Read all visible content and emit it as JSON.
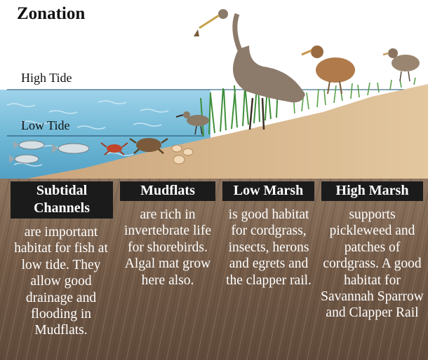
{
  "title": "Zonation",
  "tide_labels": {
    "high": "High Tide",
    "low": "Low Tide"
  },
  "zones": [
    {
      "title": "Subtidal Channels",
      "description": "are important habitat for fish at low tide. They allow good drainage and flooding in Mudflats."
    },
    {
      "title": "Mudflats",
      "description": "are rich in invertebrate life for shorebirds. Algal mat grow here also."
    },
    {
      "title": "Low Marsh",
      "description": "is good habitat for cordgrass, insects, herons and egrets and the clapper rail."
    },
    {
      "title": "High Marsh",
      "description": "supports pickleweed and patches of cordgrass. A good habitat for Savannah Sparrow and Clapper Rail"
    }
  ],
  "colors": {
    "water": "#6fb8d6",
    "sand": "#d9b98e",
    "soil": "#7a6350",
    "label_bg": "#1b1b1b",
    "label_text": "#ffffff"
  }
}
